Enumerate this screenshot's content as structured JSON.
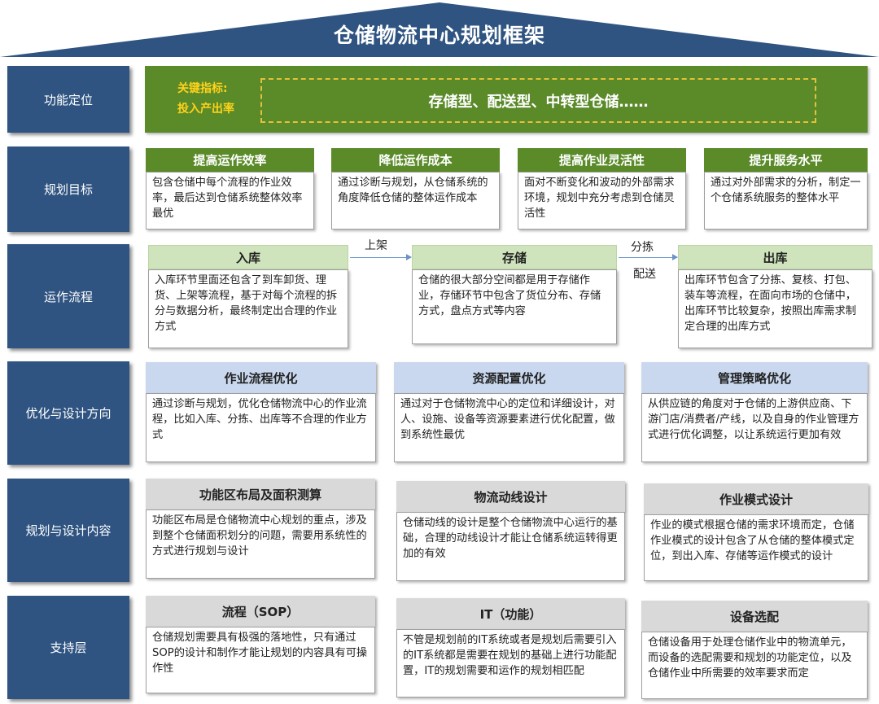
{
  "title": "仓储物流中心规划框架",
  "rows": {
    "positioning": "功能定位",
    "goals": "规划目标",
    "process": "运作流程",
    "optimization": "优化与设计方向",
    "content": "规划与设计内容",
    "support": "支持层"
  },
  "positioning": {
    "kpi_line1": "关键指标:",
    "kpi_line2": "投入产出率",
    "types": "存储型、配送型、中转型仓储……"
  },
  "goals": [
    {
      "title": "提高运作效率",
      "text": "包含仓储中每个流程的作业效率，最后达到仓储系统整体效率最优"
    },
    {
      "title": "降低运作成本",
      "text": "通过诊断与规划，从仓储系统的角度降低仓储的整体运作成本"
    },
    {
      "title": "提高作业灵活性",
      "text": "面对不断变化和波动的外部需求环境，规划中充分考虑到仓储灵活性"
    },
    {
      "title": "提升服务水平",
      "text": "通过对外部需求的分析，制定一个仓储系统服务的整体水平"
    }
  ],
  "process": {
    "steps": [
      {
        "title": "入库",
        "text": "入库环节里面还包含了到车卸货、理货、上架等流程，基于对每个流程的拆分与数据分析，最终制定出合理的作业方式"
      },
      {
        "title": "存储",
        "text": "仓储的很大部分空间都是用于存储作业，存储环节中包含了货位分布、存储方式，盘点方式等内容"
      },
      {
        "title": "出库",
        "text": "出库环节包含了分拣、复核、打包、装车等流程，在面向市场的仓储中，出库环节比较复杂，按照出库需求制定合理的出库方式"
      }
    ],
    "arrow1": "上架",
    "arrow2_top": "分拣",
    "arrow2_bottom": "配送"
  },
  "optimization": [
    {
      "title": "作业流程优化",
      "text": "通过诊断与规划，优化仓储物流中心的作业流程，比如入库、分拣、出库等不合理的作业方式"
    },
    {
      "title": "资源配置优化",
      "text": "通过对于仓储物流中心的定位和详细设计，对人、设施、设备等资源要素进行优化配置，做到系统性最优"
    },
    {
      "title": "管理策略优化",
      "text": "从供应链的角度对于仓储的上游供应商、下游门店/消费者/产线，以及自身的作业管理方式进行优化调整，以让系统运行更加有效"
    }
  ],
  "content": [
    {
      "title": "功能区布局及面积测算",
      "text": "功能区布局是仓储物流中心规划的重点，涉及到整个仓储面积划分的问题，需要用系统性的方式进行规划与设计"
    },
    {
      "title": "物流动线设计",
      "text": "仓储动线的设计是整个仓储物流中心运行的基础，合理的动线设计才能让仓储系统运转得更加的有效"
    },
    {
      "title": "作业模式设计",
      "text": "作业的模式根据仓储的需求环境而定，仓储作业模式的设计包含了从仓储的整体模式定位，到出入库、存储等运作模式的设计"
    }
  ],
  "support": [
    {
      "title": "流程（SOP）",
      "text": "仓储规划需要具有极强的落地性，只有通过SOP的设计和制作才能让规划的内容具有可操作性"
    },
    {
      "title": "IT（功能）",
      "text": "不管是规划前的IT系统或者是规划后需要引入的IT系统都是需要在规划的基础上进行功能配置，IT的规划需要和运作的规划相匹配"
    },
    {
      "title": "设备选配",
      "text": "仓储设备用于处理仓储作业中的物流单元，而设备的选配需要和规划的功能定位，以及仓储作业中所需要的效率要求而定"
    }
  ],
  "colors": {
    "side": "#2f5481",
    "green": "#5b8a29",
    "kpi": "#ffd21a",
    "light_green": "#cfe4bc",
    "light_blue": "#c9d8ef",
    "gray": "#d9d9d9"
  }
}
